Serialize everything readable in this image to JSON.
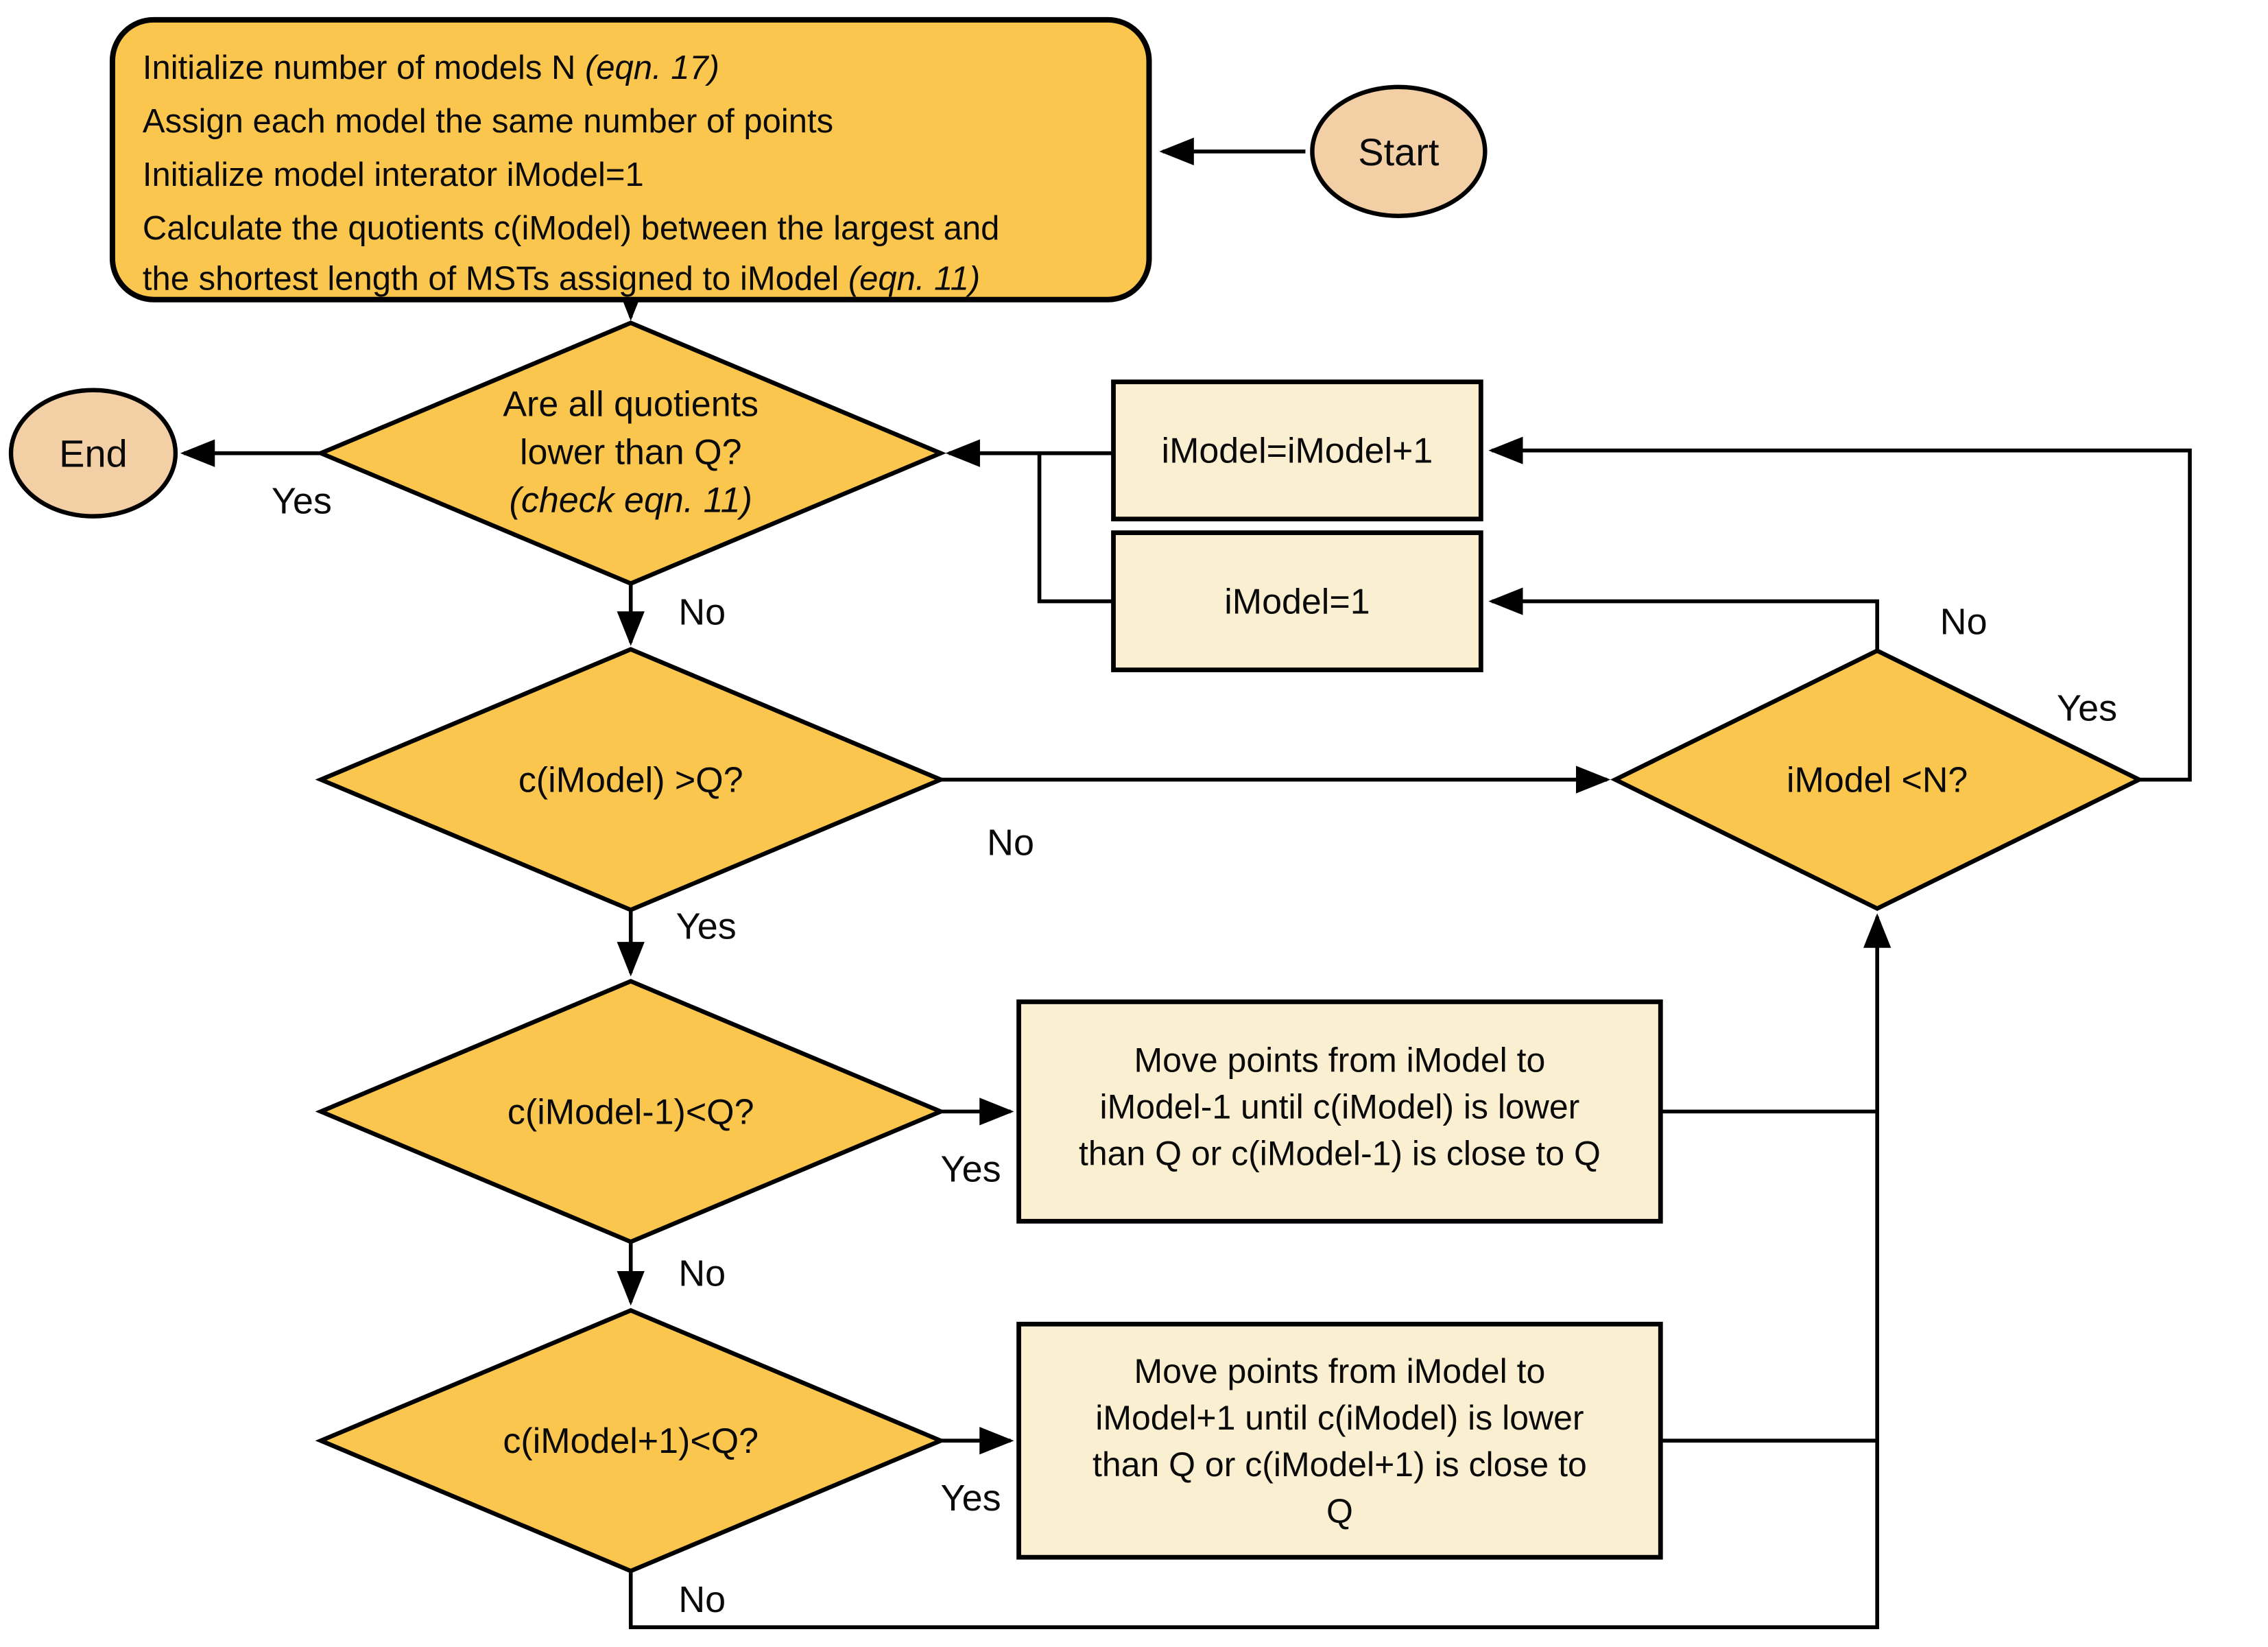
{
  "colors": {
    "gold": "#FAC64E",
    "cream": "#FBEFD1",
    "peach": "#F2CFA4",
    "stroke": "#000000"
  },
  "terminals": {
    "start": "Start",
    "end": "End"
  },
  "init": {
    "l1": "Initialize number of models N ",
    "l1i": "(eqn. 17)",
    "l2": "Assign each model the same number of points",
    "l3": "Initialize model interator iModel=1",
    "l4": "Calculate the quotients c(iModel) between the largest and",
    "l5": "the shortest length of MSTs assigned to iModel ",
    "l5i": "(eqn. 11)"
  },
  "d1": {
    "l1": "Are all quotients",
    "l2": "lower than Q?",
    "l3i": "(check eqn. 11)"
  },
  "d2": {
    "label": "c(iModel) >Q?"
  },
  "d3": {
    "label": "c(iModel-1)<Q?"
  },
  "d4": {
    "label": "c(iModel+1)<Q?"
  },
  "dn": {
    "label": "iModel <N?"
  },
  "inc": {
    "label": "iModel=iModel+1"
  },
  "reset": {
    "label": "iModel=1"
  },
  "move1": {
    "l1": "Move points from iModel to",
    "l2": "iModel-1 until c(iModel) is lower",
    "l3": "than Q or c(iModel-1) is close to Q"
  },
  "move2": {
    "l1": "Move points from iModel to",
    "l2": "iModel+1 until c(iModel) is lower",
    "l3": "than Q or c(iModel+1) is close to",
    "l4": "Q"
  },
  "labels": {
    "d1_yes": "Yes",
    "d1_no": "No",
    "d2_no": "No",
    "d2_yes": "Yes",
    "d3_yes": "Yes",
    "d3_no": "No",
    "d4_yes": "Yes",
    "d4_no": "No",
    "dn_no": "No",
    "dn_yes": "Yes"
  }
}
